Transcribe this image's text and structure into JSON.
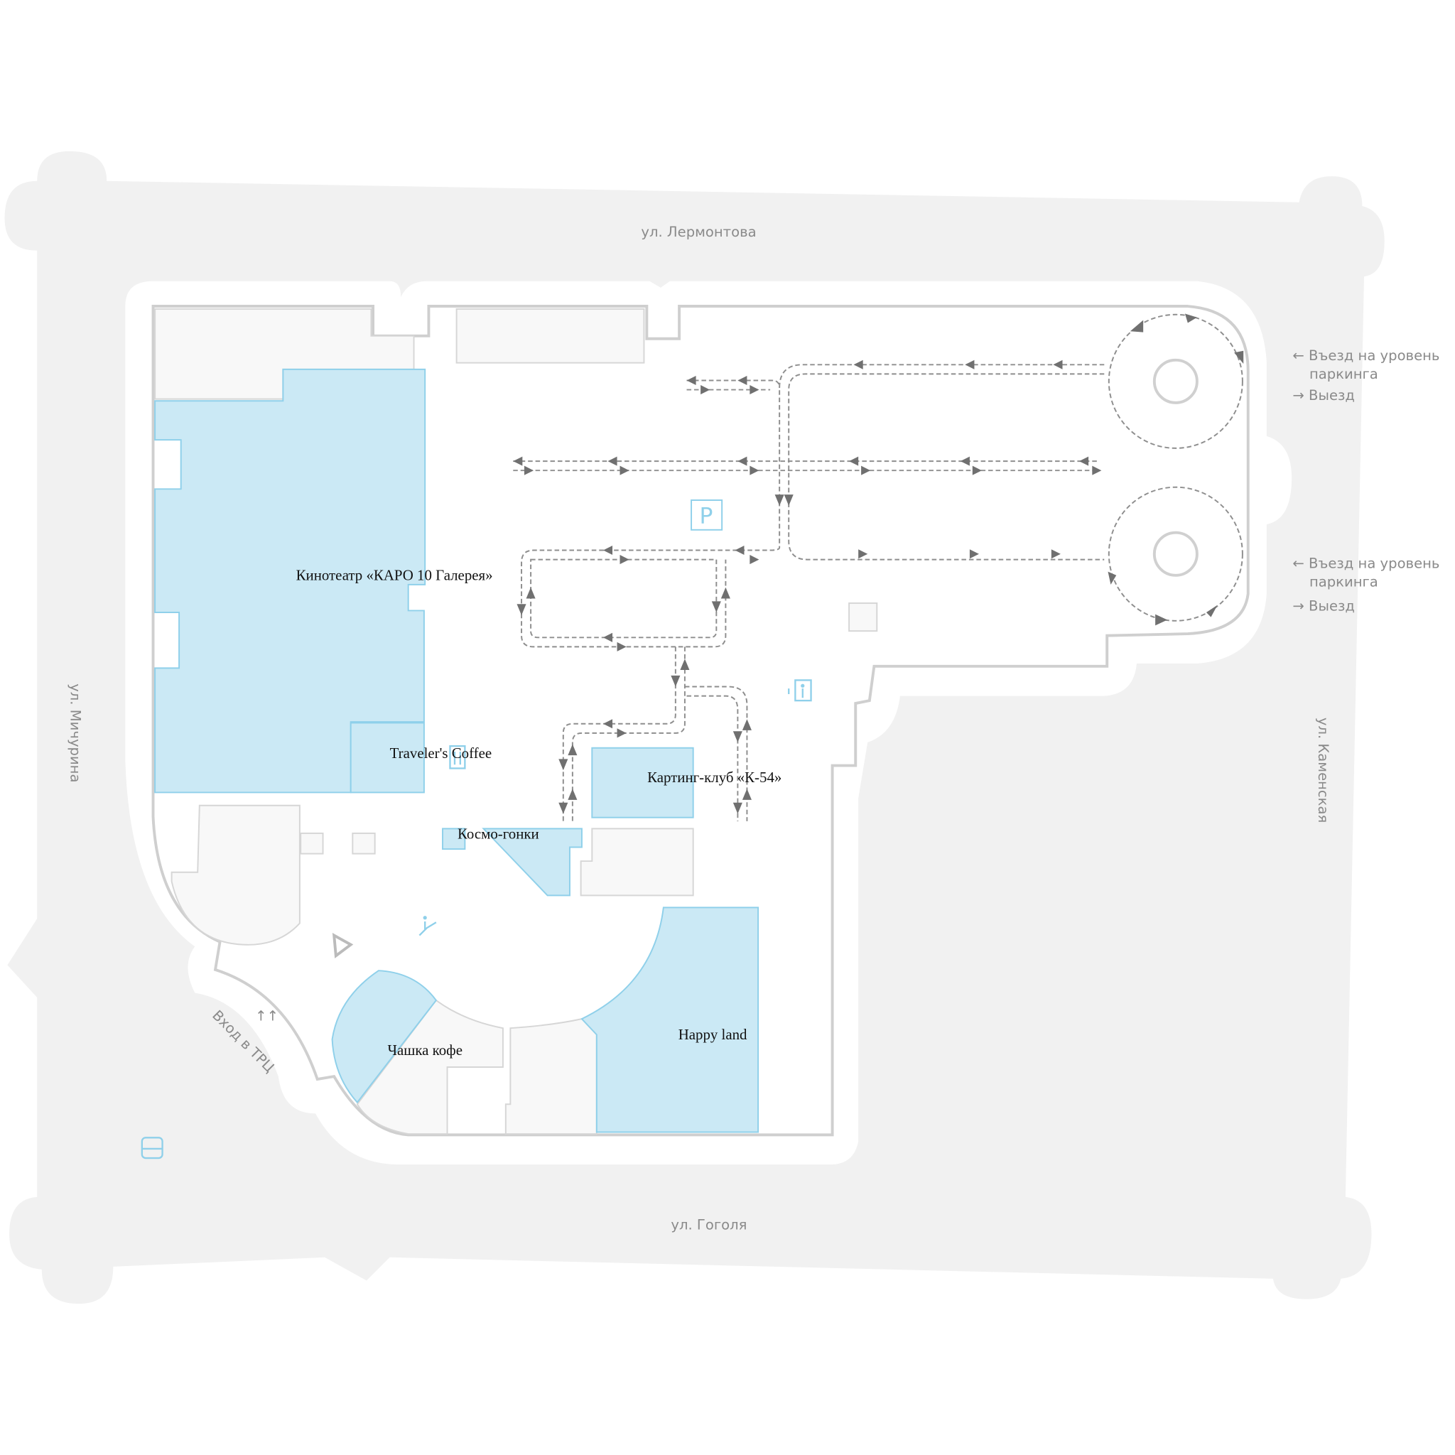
{
  "streets": {
    "north": "ул. Лермонтова",
    "west": "ул. Мичурина",
    "east": "ул. Каменская",
    "south": "ул. Гоголя"
  },
  "parking_legend": [
    {
      "entry": "← Въезд на уровень",
      "entry_2": "паркинга",
      "exit": "→ Выезд"
    },
    {
      "entry": "← Въезд на уровень",
      "entry_2": "паркинга",
      "exit": "→ Выезд"
    }
  ],
  "entrance_label": "Вход в ТРЦ",
  "stores": {
    "cinema": "Кинотеатр «КАРО 10 Галерея»",
    "coffee": "Traveler's Coffee",
    "karting": "Картинг-клуб «К-54»",
    "kosmo": "Космо-гонки",
    "cup": "Чашка кофе",
    "happyland": "Happy land"
  },
  "parking_sign": "P",
  "colors": {
    "highlight": "#cbe9f5",
    "road": "#f1f1f1",
    "outline": "#cfcfcf"
  }
}
